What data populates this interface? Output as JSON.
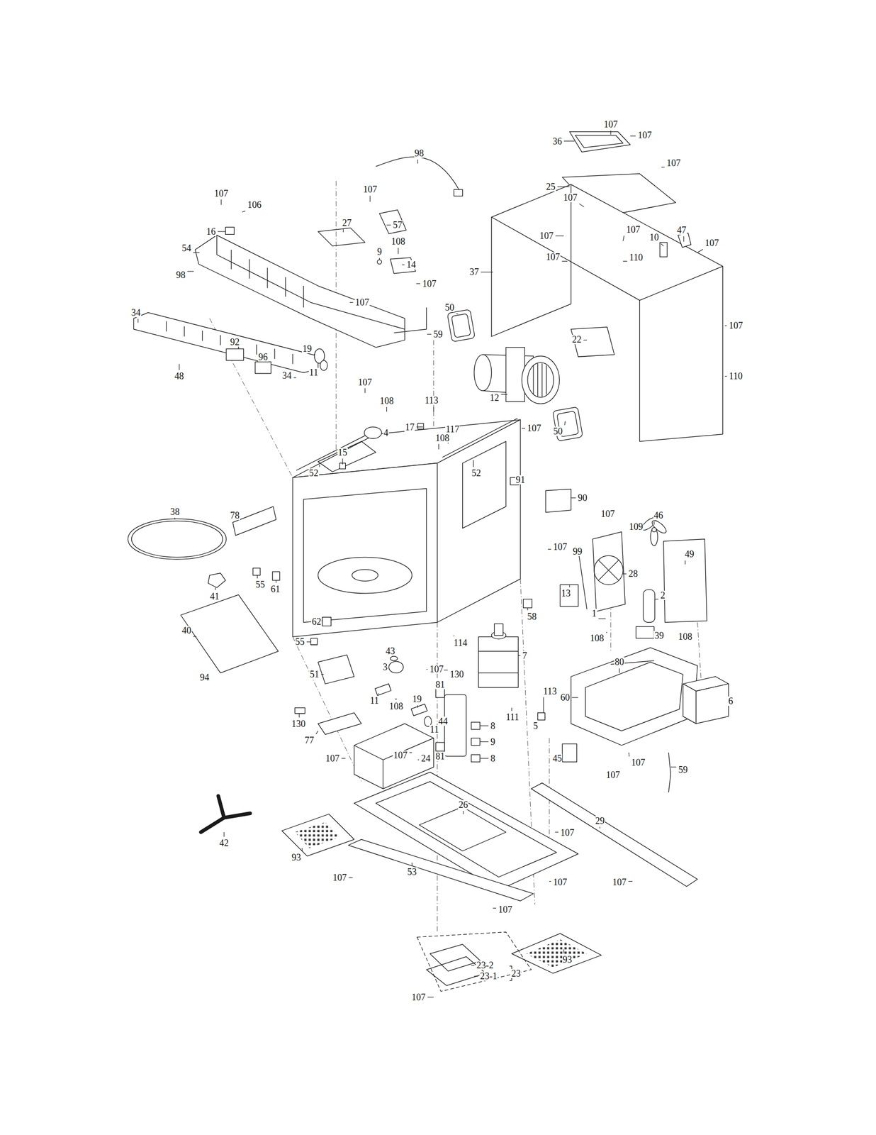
{
  "diagram": {
    "labels": [
      "107",
      "107",
      "36",
      "98",
      "107",
      "25",
      "107",
      "107",
      "106",
      "107",
      "27",
      "57",
      "47",
      "107",
      "107",
      "107",
      "16",
      "10",
      "54",
      "9",
      "108",
      "14",
      "110",
      "107",
      "37",
      "98",
      "107",
      "107",
      "50",
      "34",
      "107",
      "92",
      "96",
      "59",
      "19",
      "34",
      "22",
      "11",
      "48",
      "110",
      "107",
      "108",
      "113",
      "12",
      "17",
      "108",
      "117",
      "4",
      "107",
      "50",
      "15",
      "52",
      "52",
      "91",
      "90",
      "107",
      "46",
      "109",
      "38",
      "78",
      "107",
      "49",
      "99",
      "28",
      "55",
      "61",
      "41",
      "2",
      "13",
      "58",
      "40",
      "1",
      "39",
      "62",
      "55",
      "114",
      "108",
      "108",
      "43",
      "7",
      "3",
      "107",
      "130",
      "94",
      "51",
      "80",
      "81",
      "113",
      "60",
      "11",
      "108",
      "19",
      "111",
      "6",
      "5",
      "130",
      "77",
      "11",
      "44",
      "8",
      "107",
      "9",
      "81",
      "8",
      "24",
      "107",
      "45",
      "107",
      "107",
      "59",
      "26",
      "29",
      "42",
      "107",
      "93",
      "53",
      "107",
      "107",
      "107",
      "107",
      "93",
      "23-2",
      "23",
      "23-1",
      "107"
    ]
  }
}
